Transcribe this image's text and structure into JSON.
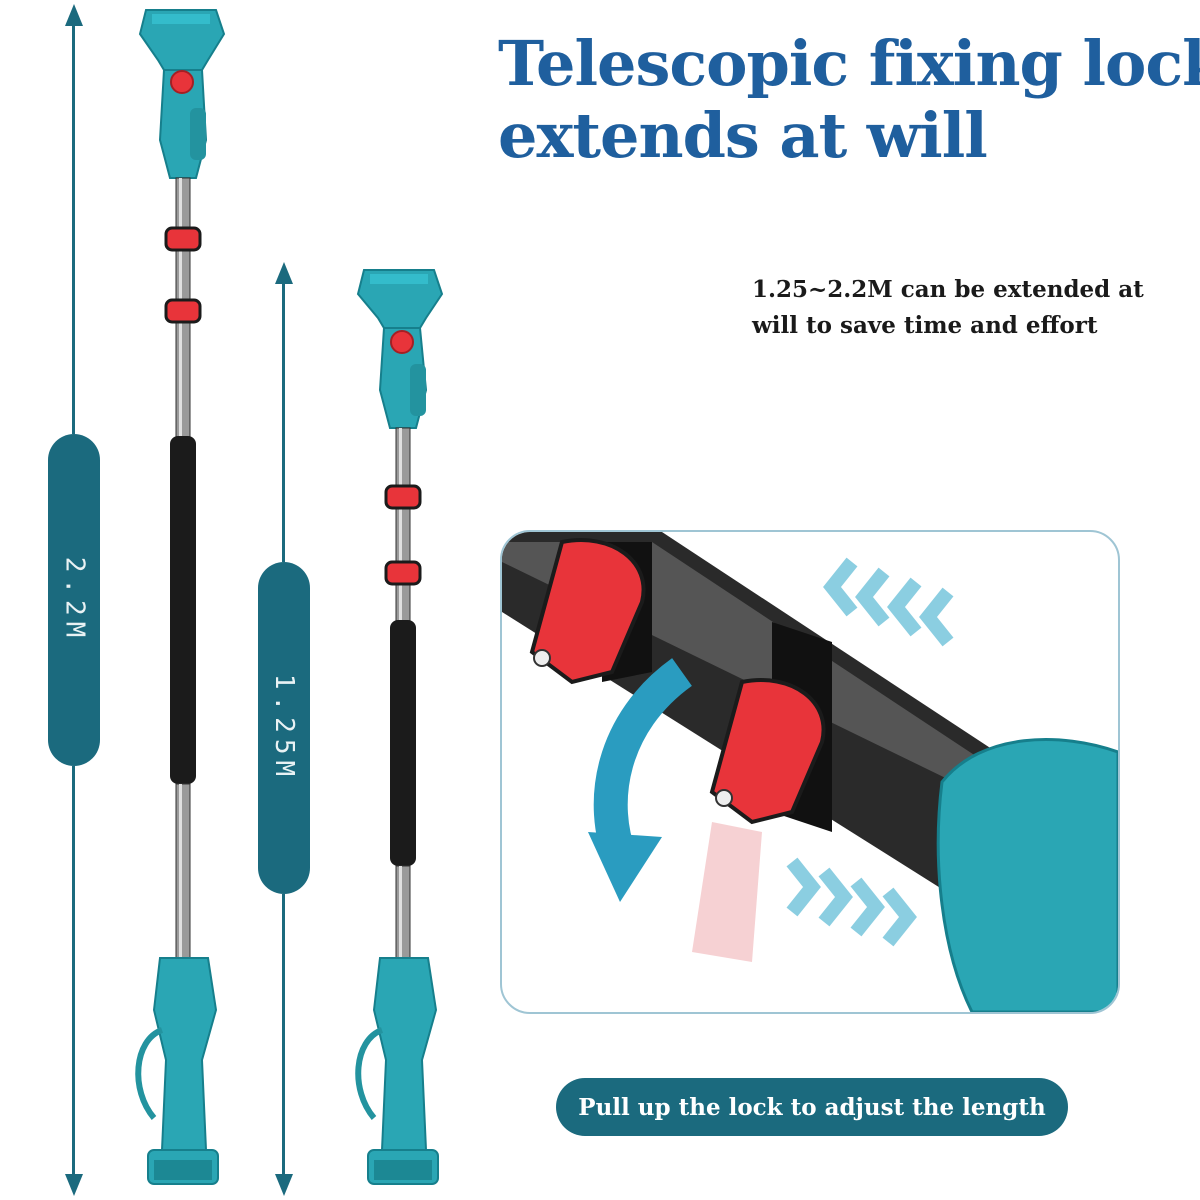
{
  "headline": {
    "line1": "Telescopic fixing lock",
    "line2": "extends at will"
  },
  "description": {
    "line1": "1.25~2.2M can be extended at",
    "line2": "will to save time and effort"
  },
  "dimensions": {
    "long": "2.2M",
    "short": "1.25M"
  },
  "caption": "Pull up the lock to adjust the length",
  "colors": {
    "headline": "#1f5f9e",
    "accent_teal": "#1b6a7e",
    "tool_body": "#2aa6b4",
    "lock_red": "#e8343a",
    "pole_black": "#1b1b1b"
  }
}
